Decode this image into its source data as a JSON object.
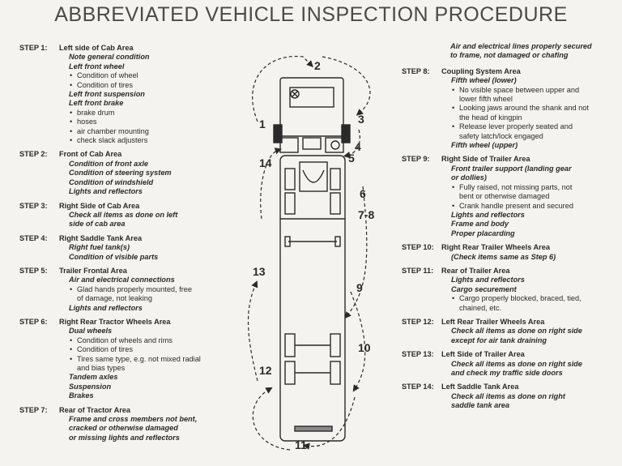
{
  "title": "ABBREVIATED VEHICLE INSPECTION PROCEDURE",
  "left_steps": [
    {
      "num": "STEP 1:",
      "title": "Left side of Cab Area",
      "lines": [
        {
          "t": "sub",
          "text": "Note general condition"
        },
        {
          "t": "sub",
          "text": "Left front wheel"
        },
        {
          "t": "bul",
          "text": "Condition of wheel"
        },
        {
          "t": "bul",
          "text": "Condition of tires"
        },
        {
          "t": "sub",
          "text": "Left front suspension"
        },
        {
          "t": "sub",
          "text": "Left front brake"
        },
        {
          "t": "bul",
          "text": "brake drum"
        },
        {
          "t": "bul",
          "text": "hoses"
        },
        {
          "t": "bul",
          "text": "air chamber mounting"
        },
        {
          "t": "bul",
          "text": "check slack adjusters"
        }
      ]
    },
    {
      "num": "STEP 2:",
      "title": "Front of Cab Area",
      "lines": [
        {
          "t": "sub",
          "text": "Condition of front axle"
        },
        {
          "t": "sub",
          "text": "Condition of steering system"
        },
        {
          "t": "sub",
          "text": "Condition of windshield"
        },
        {
          "t": "sub",
          "text": "Lights and reflectors"
        }
      ]
    },
    {
      "num": "STEP 3:",
      "title": "Right Side of Cab Area",
      "lines": [
        {
          "t": "sub",
          "text": "Check all items as done on left"
        },
        {
          "t": "sub",
          "text": "side of cab area"
        }
      ]
    },
    {
      "num": "STEP 4:",
      "title": "Right Saddle Tank Area",
      "lines": [
        {
          "t": "sub",
          "text": "Right fuel tank(s)"
        },
        {
          "t": "sub",
          "text": "Condition of visible parts"
        }
      ]
    },
    {
      "num": "STEP 5:",
      "title": "Trailer Frontal Area",
      "lines": [
        {
          "t": "sub",
          "text": "Air and electrical connections"
        },
        {
          "t": "bul",
          "text": "Glad hands properly mounted, free"
        },
        {
          "t": "cont",
          "text": "of damage, not leaking"
        },
        {
          "t": "sub",
          "text": "Lights and reflectors"
        }
      ]
    },
    {
      "num": "STEP 6:",
      "title": "Right Rear Tractor Wheels Area",
      "lines": [
        {
          "t": "sub",
          "text": "Dual wheels"
        },
        {
          "t": "bul",
          "text": "Condition of wheels and rims"
        },
        {
          "t": "bul",
          "text": "Condition of tires"
        },
        {
          "t": "bul",
          "text": "Tires same type, e.g. not mixed radial"
        },
        {
          "t": "cont",
          "text": "and bias types"
        },
        {
          "t": "sub",
          "text": "Tandem axles"
        },
        {
          "t": "sub",
          "text": "Suspension"
        },
        {
          "t": "sub",
          "text": "Brakes"
        }
      ]
    },
    {
      "num": "STEP 7:",
      "title": "Rear of Tractor Area",
      "lines": [
        {
          "t": "sub",
          "text": "Frame and cross members not bent,"
        },
        {
          "t": "sub",
          "text": "cracked or otherwise damaged"
        },
        {
          "t": "sub",
          "text": "or missing lights and reflectors"
        }
      ]
    }
  ],
  "right_top_note": [
    "Air and electrical lines properly secured",
    "to frame, not damaged or chafing"
  ],
  "right_steps": [
    {
      "num": "STEP 8:",
      "title": "Coupling System Area",
      "lines": [
        {
          "t": "sub",
          "text": "Fifth wheel (lower)"
        },
        {
          "t": "bul",
          "text": "No visible space between upper and"
        },
        {
          "t": "cont",
          "text": "lower fifth wheel"
        },
        {
          "t": "bul",
          "text": "Looking jaws around the shank and not"
        },
        {
          "t": "cont",
          "text": "the head of kingpin"
        },
        {
          "t": "bul",
          "text": "Release lever properly seated and"
        },
        {
          "t": "cont",
          "text": "safety latch/lock engaged"
        },
        {
          "t": "sub",
          "text": "Fifth wheel (upper)"
        }
      ]
    },
    {
      "num": "STEP 9:",
      "title": "Right Side of Trailer Area",
      "lines": [
        {
          "t": "sub",
          "text": "Front trailer support (landing gear"
        },
        {
          "t": "sub",
          "text": "or dollies)"
        },
        {
          "t": "bul",
          "text": "Fully raised, not missing parts, not"
        },
        {
          "t": "cont",
          "text": "bent or otherwise damaged"
        },
        {
          "t": "bul",
          "text": "Crank handle present and secured"
        },
        {
          "t": "sub",
          "text": "Lights and reflectors"
        },
        {
          "t": "sub",
          "text": "Frame and body"
        },
        {
          "t": "sub",
          "text": "Proper placarding"
        }
      ]
    },
    {
      "num": "STEP 10:",
      "title": "Right Rear Trailer Wheels Area",
      "lines": [
        {
          "t": "sub",
          "text": "(Check items same as Step 6)"
        }
      ]
    },
    {
      "num": "STEP 11:",
      "title": "Rear of Trailer Area",
      "lines": [
        {
          "t": "sub",
          "text": "Lights and reflectors"
        },
        {
          "t": "sub",
          "text": "Cargo securement"
        },
        {
          "t": "bul",
          "text": "Cargo properly blocked, braced, tied,"
        },
        {
          "t": "cont",
          "text": "chained, etc."
        }
      ]
    },
    {
      "num": "STEP 12:",
      "title": "Left Rear Trailer Wheels Area",
      "lines": [
        {
          "t": "sub",
          "text": "Check all items as done on right side"
        },
        {
          "t": "sub",
          "text": "except for air tank draining"
        }
      ]
    },
    {
      "num": "STEP 13:",
      "title": "Left Side of Trailer Area",
      "lines": [
        {
          "t": "sub",
          "text": "Check all items as done on right side"
        },
        {
          "t": "sub",
          "text": "and check my traffic side doors"
        }
      ]
    },
    {
      "num": "STEP 14:",
      "title": "Left Saddle Tank Area",
      "lines": [
        {
          "t": "sub",
          "text": "Check all items as done on right"
        },
        {
          "t": "sub",
          "text": "saddle tank area"
        }
      ]
    }
  ],
  "diagram_labels": {
    "l1": "1",
    "l2": "2",
    "l3": "3",
    "l4": "4",
    "l5": "5",
    "l6": "6",
    "l78": "7-8",
    "l9": "9",
    "l10": "10",
    "l11": "11",
    "l12": "12",
    "l13": "13",
    "l14": "14"
  }
}
